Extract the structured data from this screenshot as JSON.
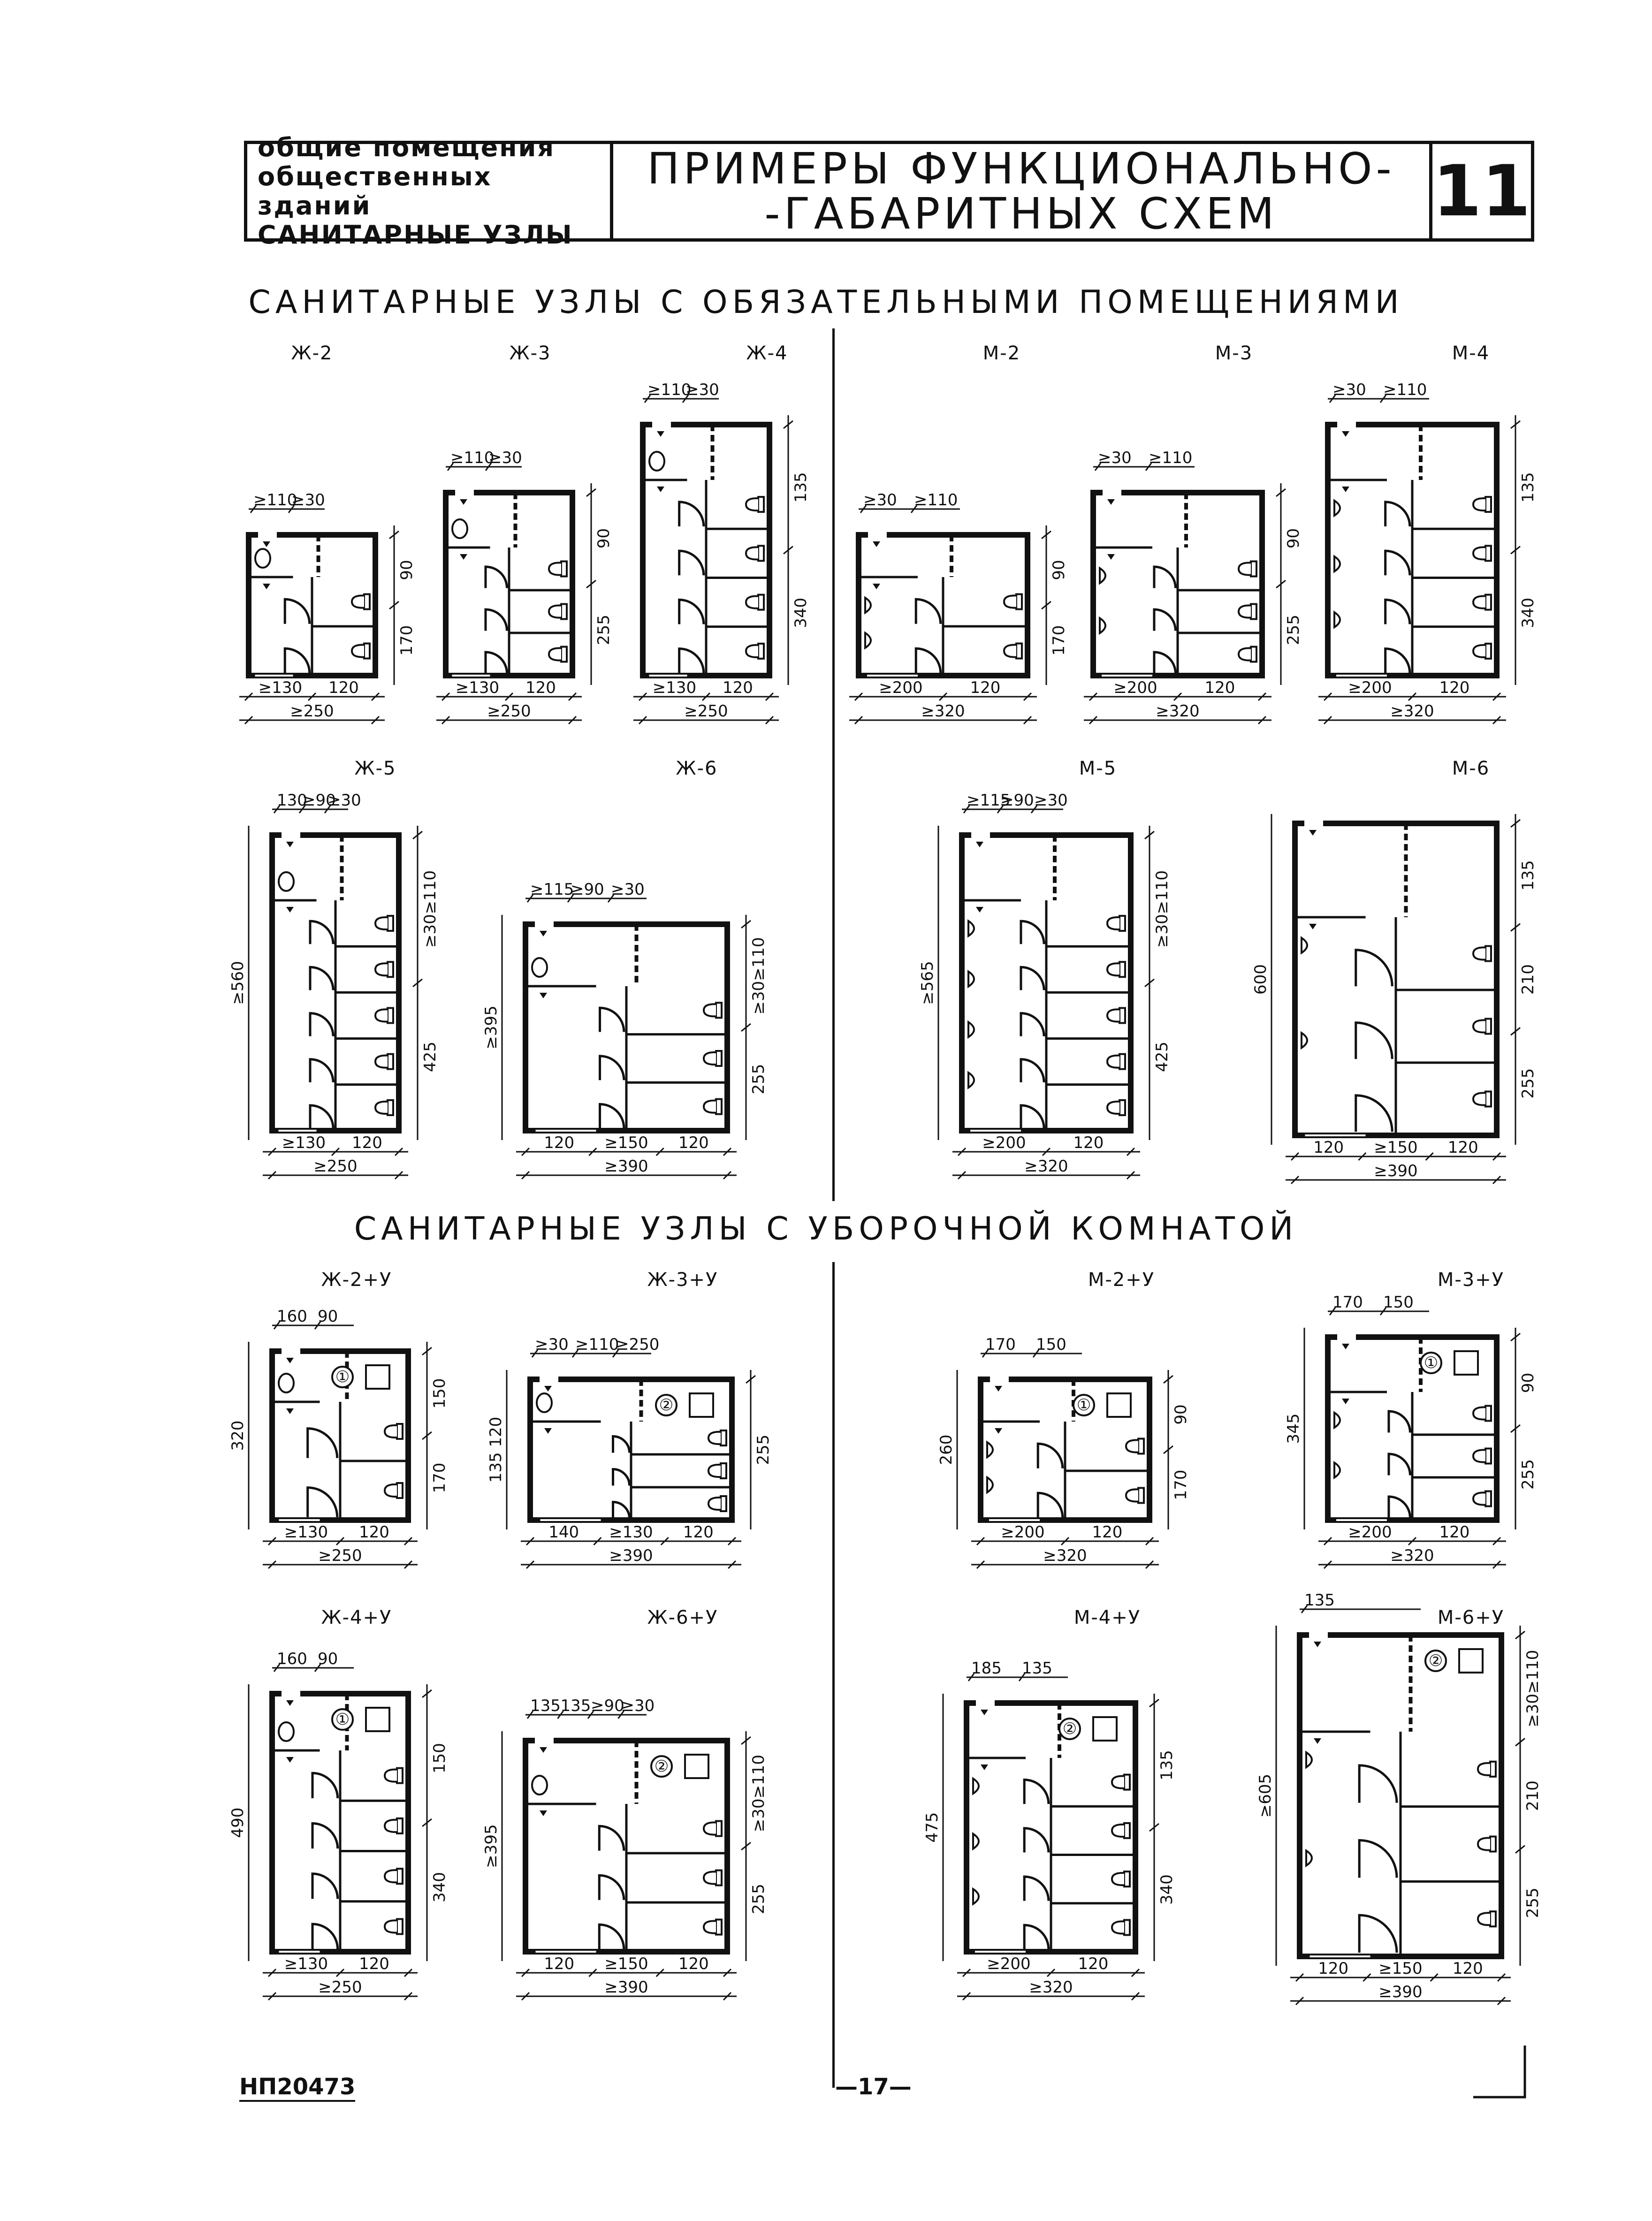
{
  "header": {
    "left_lines": [
      "общие помещения",
      "общественных зданий",
      "САНИТАРНЫЕ УЗЛЫ"
    ],
    "title_lines": [
      "ПРИМЕРЫ ФУНКЦИОНАЛЬНО-",
      "-ГАБАРИТНЫХ СХЕМ"
    ],
    "sheet_number": "11"
  },
  "sections": {
    "mandatory_title": "САНИТАРНЫЕ УЗЛЫ С ОБЯЗАТЕЛЬНЫМИ ПОМЕЩЕНИЯМИ",
    "cleaning_title": "САНИТАРНЫЕ УЗЛЫ С УБОРОЧНОЙ КОМНАТОЙ"
  },
  "plans": [
    {
      "id": "zh2",
      "label": "Ж-2",
      "top_dims": [
        "≥110",
        "≥30"
      ],
      "right_dims": [
        "90",
        "170"
      ],
      "left_dim": "",
      "bottom_dims": [
        "≥130",
        "120"
      ],
      "total": "≥250",
      "stalls": 2,
      "markers": []
    },
    {
      "id": "zh3",
      "label": "Ж-3",
      "top_dims": [
        "≥110",
        "≥30"
      ],
      "right_dims": [
        "90",
        "255"
      ],
      "left_dim": "",
      "bottom_dims": [
        "≥130",
        "120"
      ],
      "total": "≥250",
      "stalls": 3,
      "markers": []
    },
    {
      "id": "zh4",
      "label": "Ж-4",
      "top_dims": [
        "≥110",
        "≥30"
      ],
      "right_dims": [
        "135",
        "340"
      ],
      "left_dim": "",
      "bottom_dims": [
        "≥130",
        "120"
      ],
      "total": "≥250",
      "stalls": 4,
      "markers": []
    },
    {
      "id": "m2",
      "label": "М-2",
      "top_dims": [
        "≥30",
        "≥110"
      ],
      "right_dims": [
        "90",
        "170"
      ],
      "left_dim": "",
      "bottom_dims": [
        "≥200",
        "120"
      ],
      "total": "≥320",
      "stalls": 2,
      "markers": []
    },
    {
      "id": "m3",
      "label": "М-3",
      "top_dims": [
        "≥30",
        "≥110"
      ],
      "right_dims": [
        "90",
        "255"
      ],
      "left_dim": "",
      "bottom_dims": [
        "≥200",
        "120"
      ],
      "total": "≥320",
      "stalls": 3,
      "markers": []
    },
    {
      "id": "m4",
      "label": "М-4",
      "top_dims": [
        "≥30",
        "≥110"
      ],
      "right_dims": [
        "135",
        "340"
      ],
      "left_dim": "",
      "bottom_dims": [
        "≥200",
        "120"
      ],
      "total": "≥320",
      "stalls": 4,
      "markers": []
    },
    {
      "id": "zh5",
      "label": "Ж-5",
      "top_dims": [
        "130",
        "≥90",
        "≥30"
      ],
      "right_dims": [
        "≥30≥110",
        "425"
      ],
      "left_dim": "≥560",
      "bottom_dims": [
        "≥130",
        "120"
      ],
      "total": "≥250",
      "stalls": 5,
      "markers": []
    },
    {
      "id": "zh6",
      "label": "Ж-6",
      "top_dims": [
        "≥115",
        "≥90",
        "≥30"
      ],
      "right_dims": [
        "≥30≥110",
        "255"
      ],
      "left_dim": "≥395",
      "bottom_dims": [
        "120",
        "≥150",
        "120"
      ],
      "total": "≥390",
      "stalls": 3,
      "markers": []
    },
    {
      "id": "m5",
      "label": "М-5",
      "top_dims": [
        "≥115",
        "≥90",
        "≥30"
      ],
      "right_dims": [
        "≥30≥110",
        "425"
      ],
      "left_dim": "≥565",
      "bottom_dims": [
        "≥200",
        "120"
      ],
      "total": "≥320",
      "stalls": 5,
      "markers": []
    },
    {
      "id": "m6",
      "label": "М-6",
      "top_dims": [],
      "right_dims": [
        "135",
        "210",
        "255"
      ],
      "left_dim": "600",
      "bottom_dims": [
        "120",
        "≥150",
        "120"
      ],
      "total": "≥390",
      "stalls": 3,
      "markers": []
    },
    {
      "id": "zh2u",
      "label": "Ж-2+У",
      "top_dims": [
        "160",
        "90"
      ],
      "right_dims": [
        "150",
        "170"
      ],
      "left_dim": "320",
      "bottom_dims": [
        "≥130",
        "120"
      ],
      "total": "≥250",
      "stalls": 2,
      "markers": [
        "①"
      ]
    },
    {
      "id": "zh3u",
      "label": "Ж-3+У",
      "top_dims": [
        "≥30",
        "≥110",
        "≥250"
      ],
      "right_dims": [
        "255"
      ],
      "left_dim": "135 120",
      "bottom_dims": [
        "140",
        "≥130",
        "120"
      ],
      "total": "≥390",
      "stalls": 3,
      "markers": [
        "②"
      ]
    },
    {
      "id": "m2u",
      "label": "М-2+У",
      "top_dims": [
        "170",
        "150"
      ],
      "right_dims": [
        "90",
        "170"
      ],
      "left_dim": "260",
      "bottom_dims": [
        "≥200",
        "120"
      ],
      "total": "≥320",
      "stalls": 2,
      "markers": [
        "①"
      ]
    },
    {
      "id": "m3u",
      "label": "М-3+У",
      "top_dims": [
        "170",
        "150"
      ],
      "right_dims": [
        "90",
        "255"
      ],
      "left_dim": "345",
      "bottom_dims": [
        "≥200",
        "120"
      ],
      "total": "≥320",
      "stalls": 3,
      "markers": [
        "①"
      ]
    },
    {
      "id": "zh4u",
      "label": "Ж-4+У",
      "top_dims": [
        "160",
        "90"
      ],
      "right_dims": [
        "150",
        "340"
      ],
      "left_dim": "490",
      "bottom_dims": [
        "≥130",
        "120"
      ],
      "total": "≥250",
      "stalls": 4,
      "markers": [
        "①"
      ]
    },
    {
      "id": "zh6u",
      "label": "Ж-6+У",
      "top_dims": [
        "135",
        "135",
        "≥90",
        "≥30"
      ],
      "right_dims": [
        "≥30≥110",
        "255"
      ],
      "left_dim": "≥395",
      "bottom_dims": [
        "120",
        "≥150",
        "120"
      ],
      "total": "≥390",
      "stalls": 3,
      "markers": [
        "②"
      ]
    },
    {
      "id": "m4u",
      "label": "М-4+У",
      "top_dims": [
        "185",
        "135"
      ],
      "right_dims": [
        "135",
        "340"
      ],
      "left_dim": "475",
      "bottom_dims": [
        "≥200",
        "120"
      ],
      "total": "≥320",
      "stalls": 4,
      "markers": [
        "②"
      ]
    },
    {
      "id": "m6u",
      "label": "М-6+У",
      "top_dims": [
        "135"
      ],
      "right_dims": [
        "≥30≥110",
        "210",
        "255"
      ],
      "left_dim": "≥605",
      "bottom_dims": [
        "120",
        "≥150",
        "120"
      ],
      "total": "≥390",
      "stalls": 3,
      "markers": [
        "②"
      ]
    }
  ],
  "footer": {
    "code": "НП20473",
    "page": "—17—"
  }
}
